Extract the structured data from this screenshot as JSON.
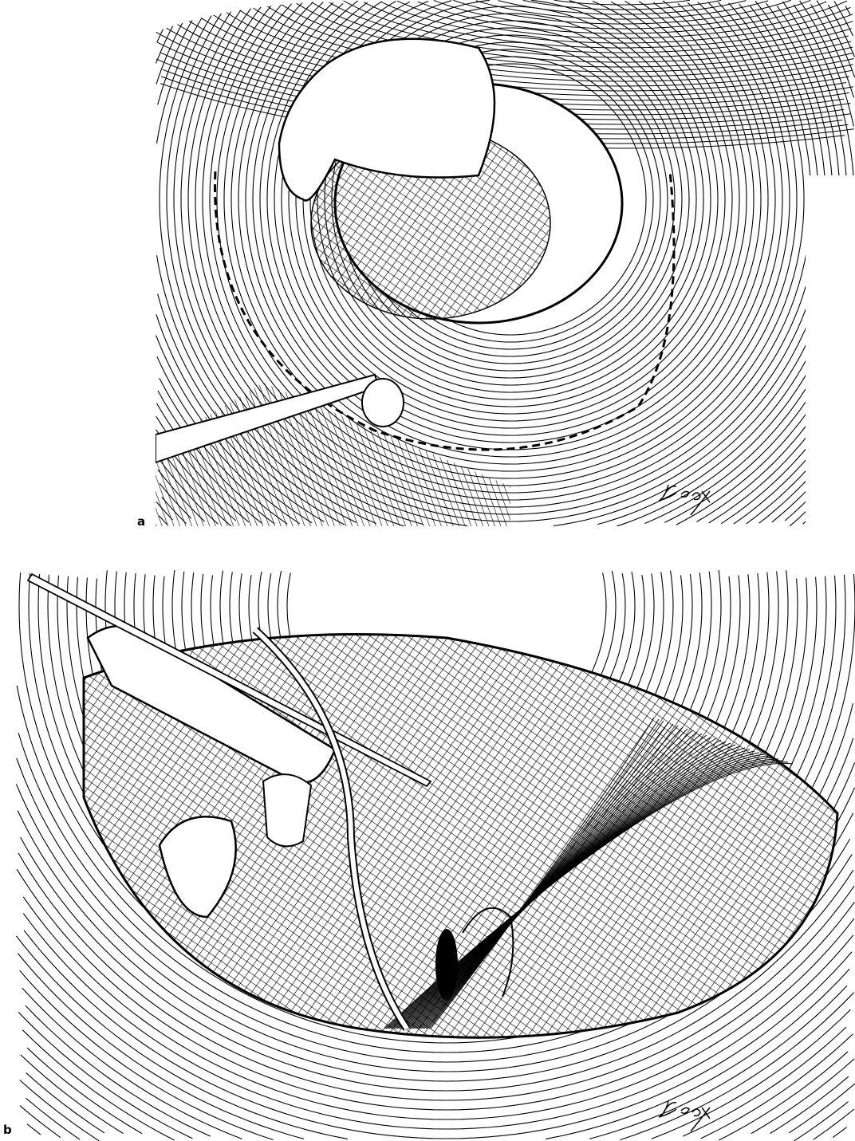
{
  "figure": {
    "panels": [
      {
        "label": "a",
        "signature": "BCox"
      },
      {
        "label": "b",
        "signature": "BCox"
      }
    ],
    "colors": {
      "ink": "#000000",
      "paper": "#ffffff"
    }
  }
}
